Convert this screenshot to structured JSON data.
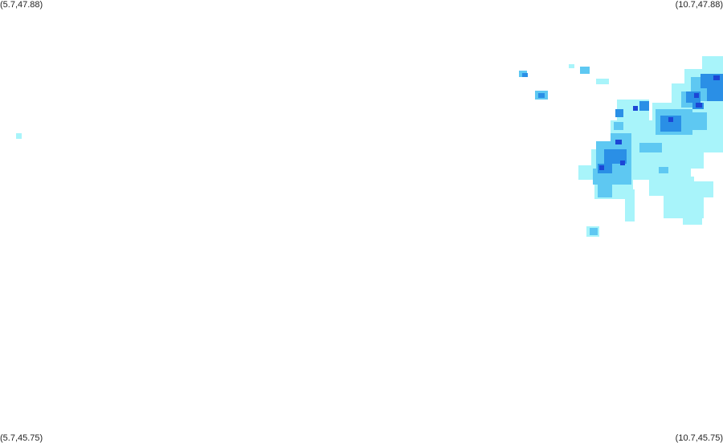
{
  "corners": {
    "top_left": "(5.7,47.88)",
    "top_right": "(10.7,47.88)",
    "bottom_left": "(5.7,45.75)",
    "bottom_right": "(10.7,45.75)"
  },
  "colors": {
    "light": "#a8f4fa",
    "medium": "#5ec8f2",
    "strong": "#2a8fe6",
    "heavy": "#1c46d6"
  }
}
